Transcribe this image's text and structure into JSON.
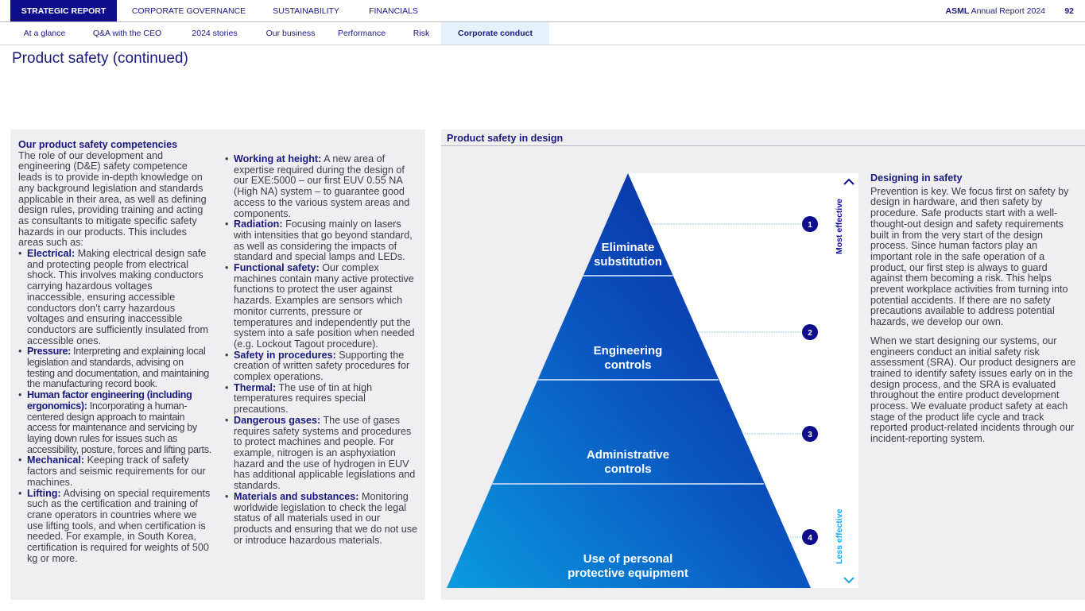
{
  "topnav": {
    "items": [
      "STRATEGIC REPORT",
      "CORPORATE GOVERNANCE",
      "SUSTAINABILITY",
      "FINANCIALS"
    ],
    "brand": "ASML",
    "report": "Annual Report 2024",
    "page": "92"
  },
  "subnav": {
    "items": [
      "At a glance",
      "Q&A with the CEO",
      "2024 stories",
      "Our business",
      "Performance",
      "Risk",
      "Corporate conduct"
    ]
  },
  "title": "Product safety (continued)",
  "left": {
    "heading": "Our product safety competencies",
    "intro": "The role of our development and engineering (D&E) safety competence leads is to provide in-depth knowledge on any background legislation and standards applicable in their area, as well as defining design rules, providing training and acting as consultants to mitigate specific safety hazards in our products. This includes areas such as:",
    "items": [
      {
        "term": "Electrical:",
        "text": " Making electrical design safe and protecting people from electrical shock. This involves making conductors carrying hazardous voltages inaccessible, ensuring accessible conductors don’t carry hazardous voltages and ensuring inaccessible conductors are sufficiently insulated from accessible ones."
      },
      {
        "term": "Pressure:",
        "text": " Interpreting and explaining local legislation and standards, advising on testing and documentation, and maintaining the manufacturing record book."
      },
      {
        "term": "Human factor engineering (including ergonomics):",
        "text": " Incorporating a human-centered design approach to maintain access for maintenance and servicing by laying down rules for issues such as accessibility, posture, forces and lifting parts."
      },
      {
        "term": "Mechanical:",
        "text": " Keeping track of safety factors and seismic requirements for our machines."
      },
      {
        "term": "Lifting:",
        "text": " Advising on special requirements such as the certification and training of crane operators in countries where we use lifting tools, and when certification is needed. For example, in South Korea, certification is required for weights of 500 kg or more."
      },
      {
        "term": "Working at height:",
        "text": " A new area of expertise required during the design of our EXE:5000 – our first EUV 0.55 NA (High NA) system – to guarantee good access to the various system areas and components."
      },
      {
        "term": "Radiation:",
        "text": " Focusing mainly on lasers with intensities that go beyond standard, as well as considering the impacts of standard and special lamps and LEDs."
      },
      {
        "term": "Functional safety:",
        "text": " Our complex machines contain many active protective functions to protect the user against hazards. Examples are sensors which monitor currents, pressure or temperatures and independently put the system into a safe position when needed (e.g. Lockout Tagout procedure)."
      },
      {
        "term": "Safety in procedures:",
        "text": " Supporting the creation of written safety procedures for complex operations."
      },
      {
        "term": "Thermal:",
        "text": " The use of tin at high temperatures requires special precautions."
      },
      {
        "term": "Dangerous gases:",
        "text": " The use of gases requires safety systems and procedures to protect machines and people. For example, nitrogen is an asphyxiation hazard and the use of hydrogen in EUV has additional applicable legislations and standards."
      },
      {
        "term": "Materials and substances:",
        "text": " Monitoring worldwide legislation to check the legal status of all materials used in our products and ensuring that we do not use or introduce hazardous materials."
      }
    ]
  },
  "right": {
    "heading": "Product safety in design",
    "levels": [
      {
        "num": "1",
        "line1": "Eliminate",
        "line2": "substitution"
      },
      {
        "num": "2",
        "line1": "Engineering",
        "line2": "controls"
      },
      {
        "num": "3",
        "line1": "Administrative",
        "line2": "controls"
      },
      {
        "num": "4",
        "line1": "Use of personal",
        "line2": "protective equipment"
      }
    ],
    "most": "Most effective",
    "less": "Less effective",
    "text_heading": "Designing in safety",
    "p1": "Prevention is key. We focus first on safety by design in hardware, and then safety by procedure. Safe products start with a well-thought-out design and safety requirements built in from the very start of the design process. Since human factors play an important role in the safe operation of a product, our first step is always to guard against them becoming a risk. This helps prevent workplace activities from turning into potential accidents. If there are no safety precautions available to address potential hazards, we develop our own.",
    "p2": "When we start designing our systems, our engineers conduct an initial safety risk assessment (SRA). Our product designers are trained to identify safety issues early on in the design process, and the SRA is evaluated throughout the entire product development process. We evaluate product safety at each stage of the product life cycle and track reported product-related incidents through our incident-reporting system."
  },
  "colors": {
    "navy": "#0e0e8c",
    "light": "#e6f2fb",
    "panel": "#efeff2"
  }
}
